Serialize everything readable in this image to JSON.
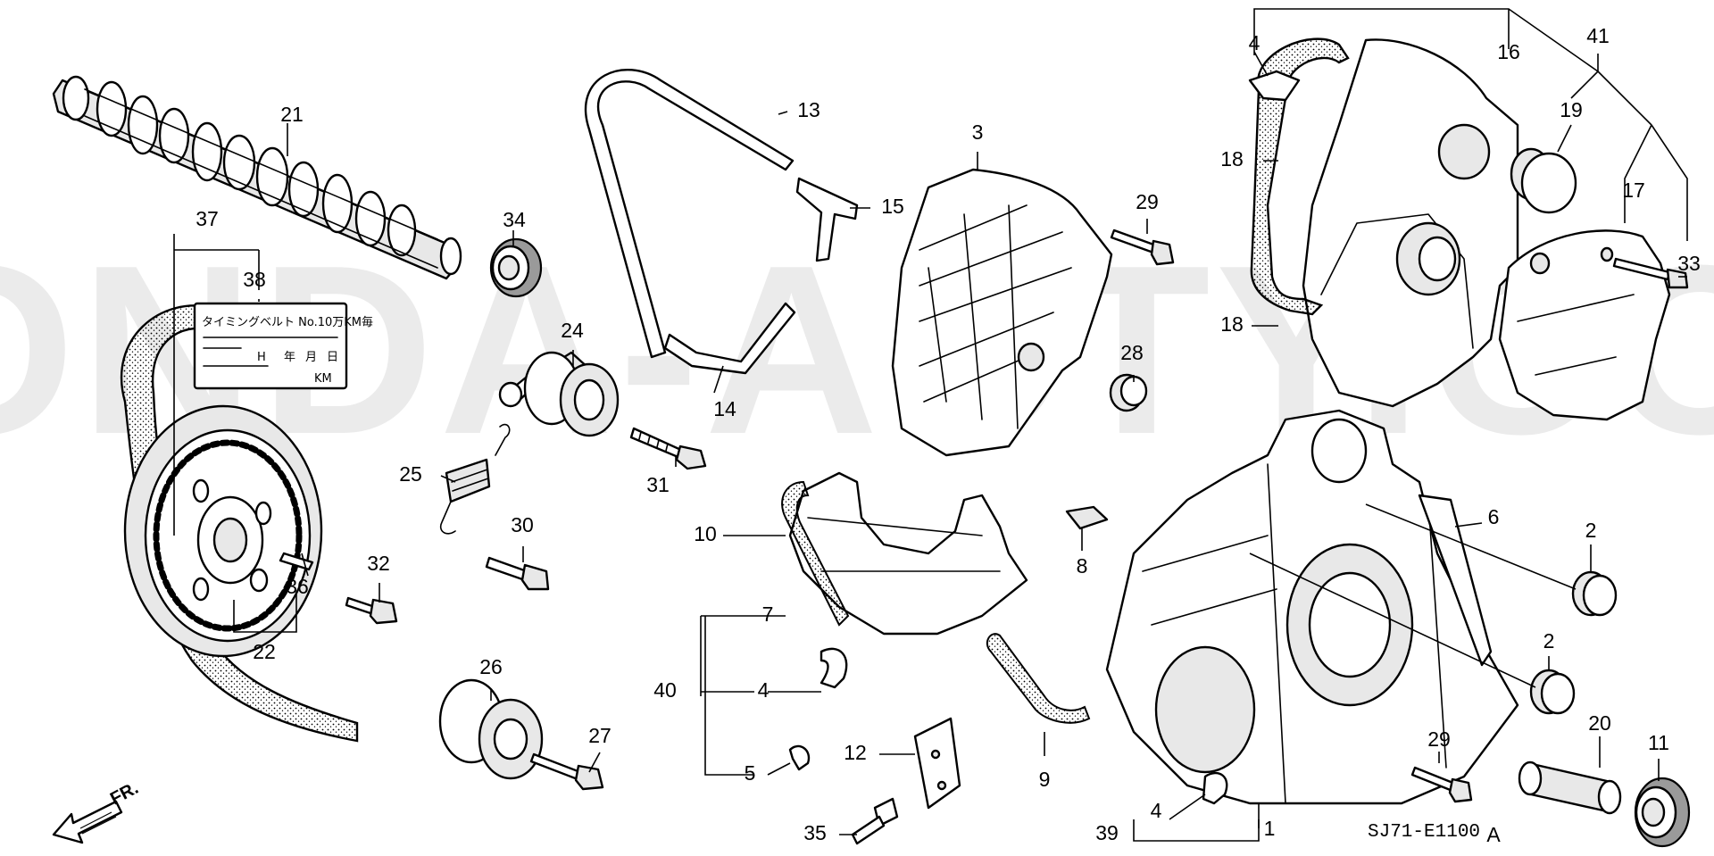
{
  "watermark": "HONDA-ACTY.COM",
  "diagram_code": "SJ71-E1100",
  "diagram_code_suffix": "A",
  "front_marker": "FR.",
  "label_sticker": {
    "line1": "タイミングベルト No.10万KM毎",
    "line2_h": "H",
    "line2_y": "年",
    "line2_m": "月",
    "line2_d": "日",
    "line3": "KM"
  },
  "callouts": {
    "p1": "1",
    "p2a": "2",
    "p2b": "2",
    "p3": "3",
    "p4a": "4",
    "p4b": "4",
    "p4c": "4",
    "p5": "5",
    "p6": "6",
    "p7": "7",
    "p8": "8",
    "p9": "9",
    "p10": "10",
    "p11": "11",
    "p12": "12",
    "p13": "13",
    "p14": "14",
    "p15": "15",
    "p16": "16",
    "p17": "17",
    "p18a": "18",
    "p18b": "18",
    "p19": "19",
    "p20": "20",
    "p21": "21",
    "p22": "22",
    "p24": "24",
    "p25": "25",
    "p26": "26",
    "p27": "27",
    "p28": "28",
    "p29a": "29",
    "p29b": "29",
    "p30": "30",
    "p31": "31",
    "p32": "32",
    "p33": "33",
    "p34": "34",
    "p35": "35",
    "p36": "36",
    "p37": "37",
    "p38": "38",
    "p39": "39",
    "p40": "40",
    "p41": "41"
  }
}
